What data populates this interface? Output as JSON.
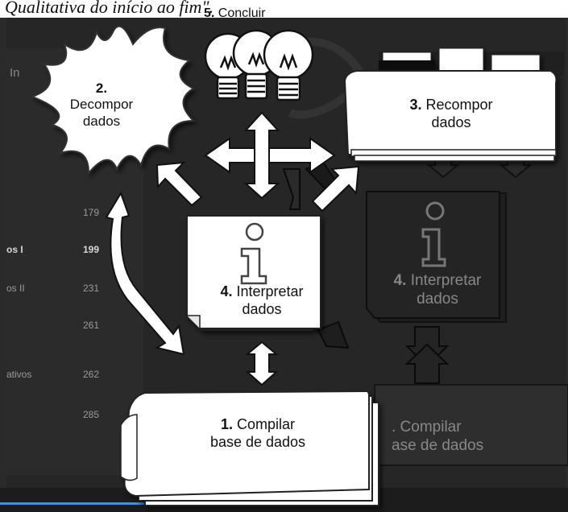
{
  "header_text": "Qualitativa do início ao fim\".",
  "sidebar_fragment": "In",
  "table_rows": [
    {
      "label": "",
      "value": "179",
      "bold": false
    },
    {
      "label": "os I",
      "value": "199",
      "bold": true
    },
    {
      "label": "os II",
      "value": "231",
      "bold": false
    },
    {
      "label": "",
      "value": "261",
      "bold": false
    },
    {
      "label": "ativos",
      "value": "262",
      "bold": false
    },
    {
      "label": "",
      "value": "285",
      "bold": false
    }
  ],
  "steps": {
    "conclude": {
      "num": "5.",
      "label": "Concluir"
    },
    "decompose": {
      "num": "2.",
      "line1": "Decompor",
      "line2": "dados"
    },
    "recompose": {
      "num": "3.",
      "line1": "Recompor",
      "line2": "dados"
    },
    "interpret": {
      "num": "4.",
      "line1": "Interpretar",
      "line2": "dados"
    },
    "compile": {
      "num": "1.",
      "line1": "Compilar",
      "line2": "base de dados"
    }
  },
  "ghost": {
    "interpret_num": "4.",
    "interpret_line1": "Interpretar",
    "interpret_line2": "dados",
    "compile_line1": ". Compilar",
    "compile_line2": "ase de dados"
  },
  "icon_info": "i"
}
